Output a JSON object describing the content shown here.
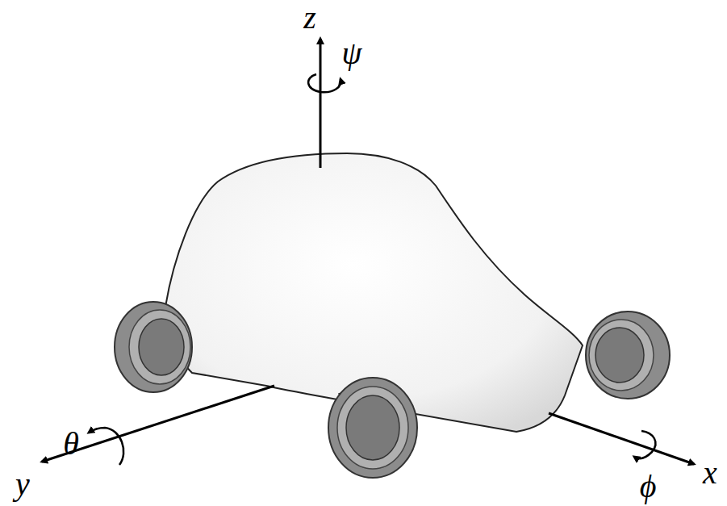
{
  "diagram": {
    "labels": [
      "z",
      "ψ",
      "θ",
      "y",
      "ϕ",
      "x"
    ]
  }
}
